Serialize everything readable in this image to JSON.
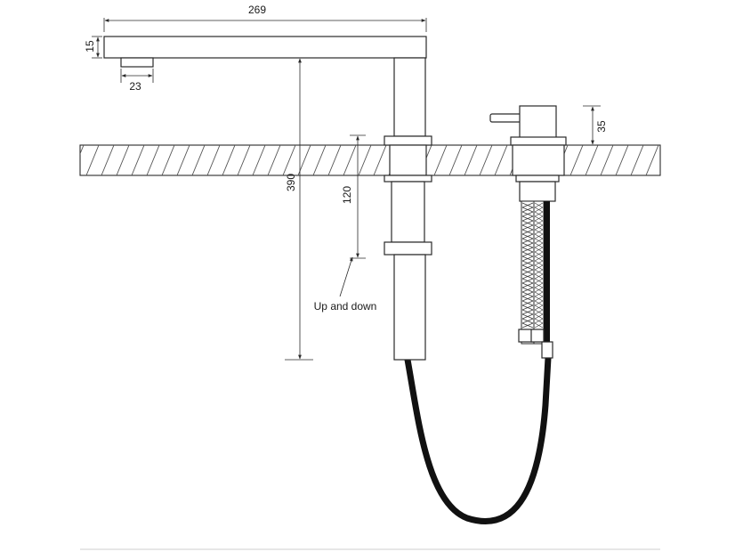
{
  "dimensions": {
    "spout_reach": "269",
    "spout_thickness": "15",
    "outlet_width": "23",
    "total_height": "390",
    "pull_travel": "120",
    "handle_height": "35"
  },
  "annotation": {
    "label": "Up and down"
  },
  "colors": {
    "line": "#2a2a2a",
    "hose": "#111111",
    "background": "#ffffff"
  }
}
